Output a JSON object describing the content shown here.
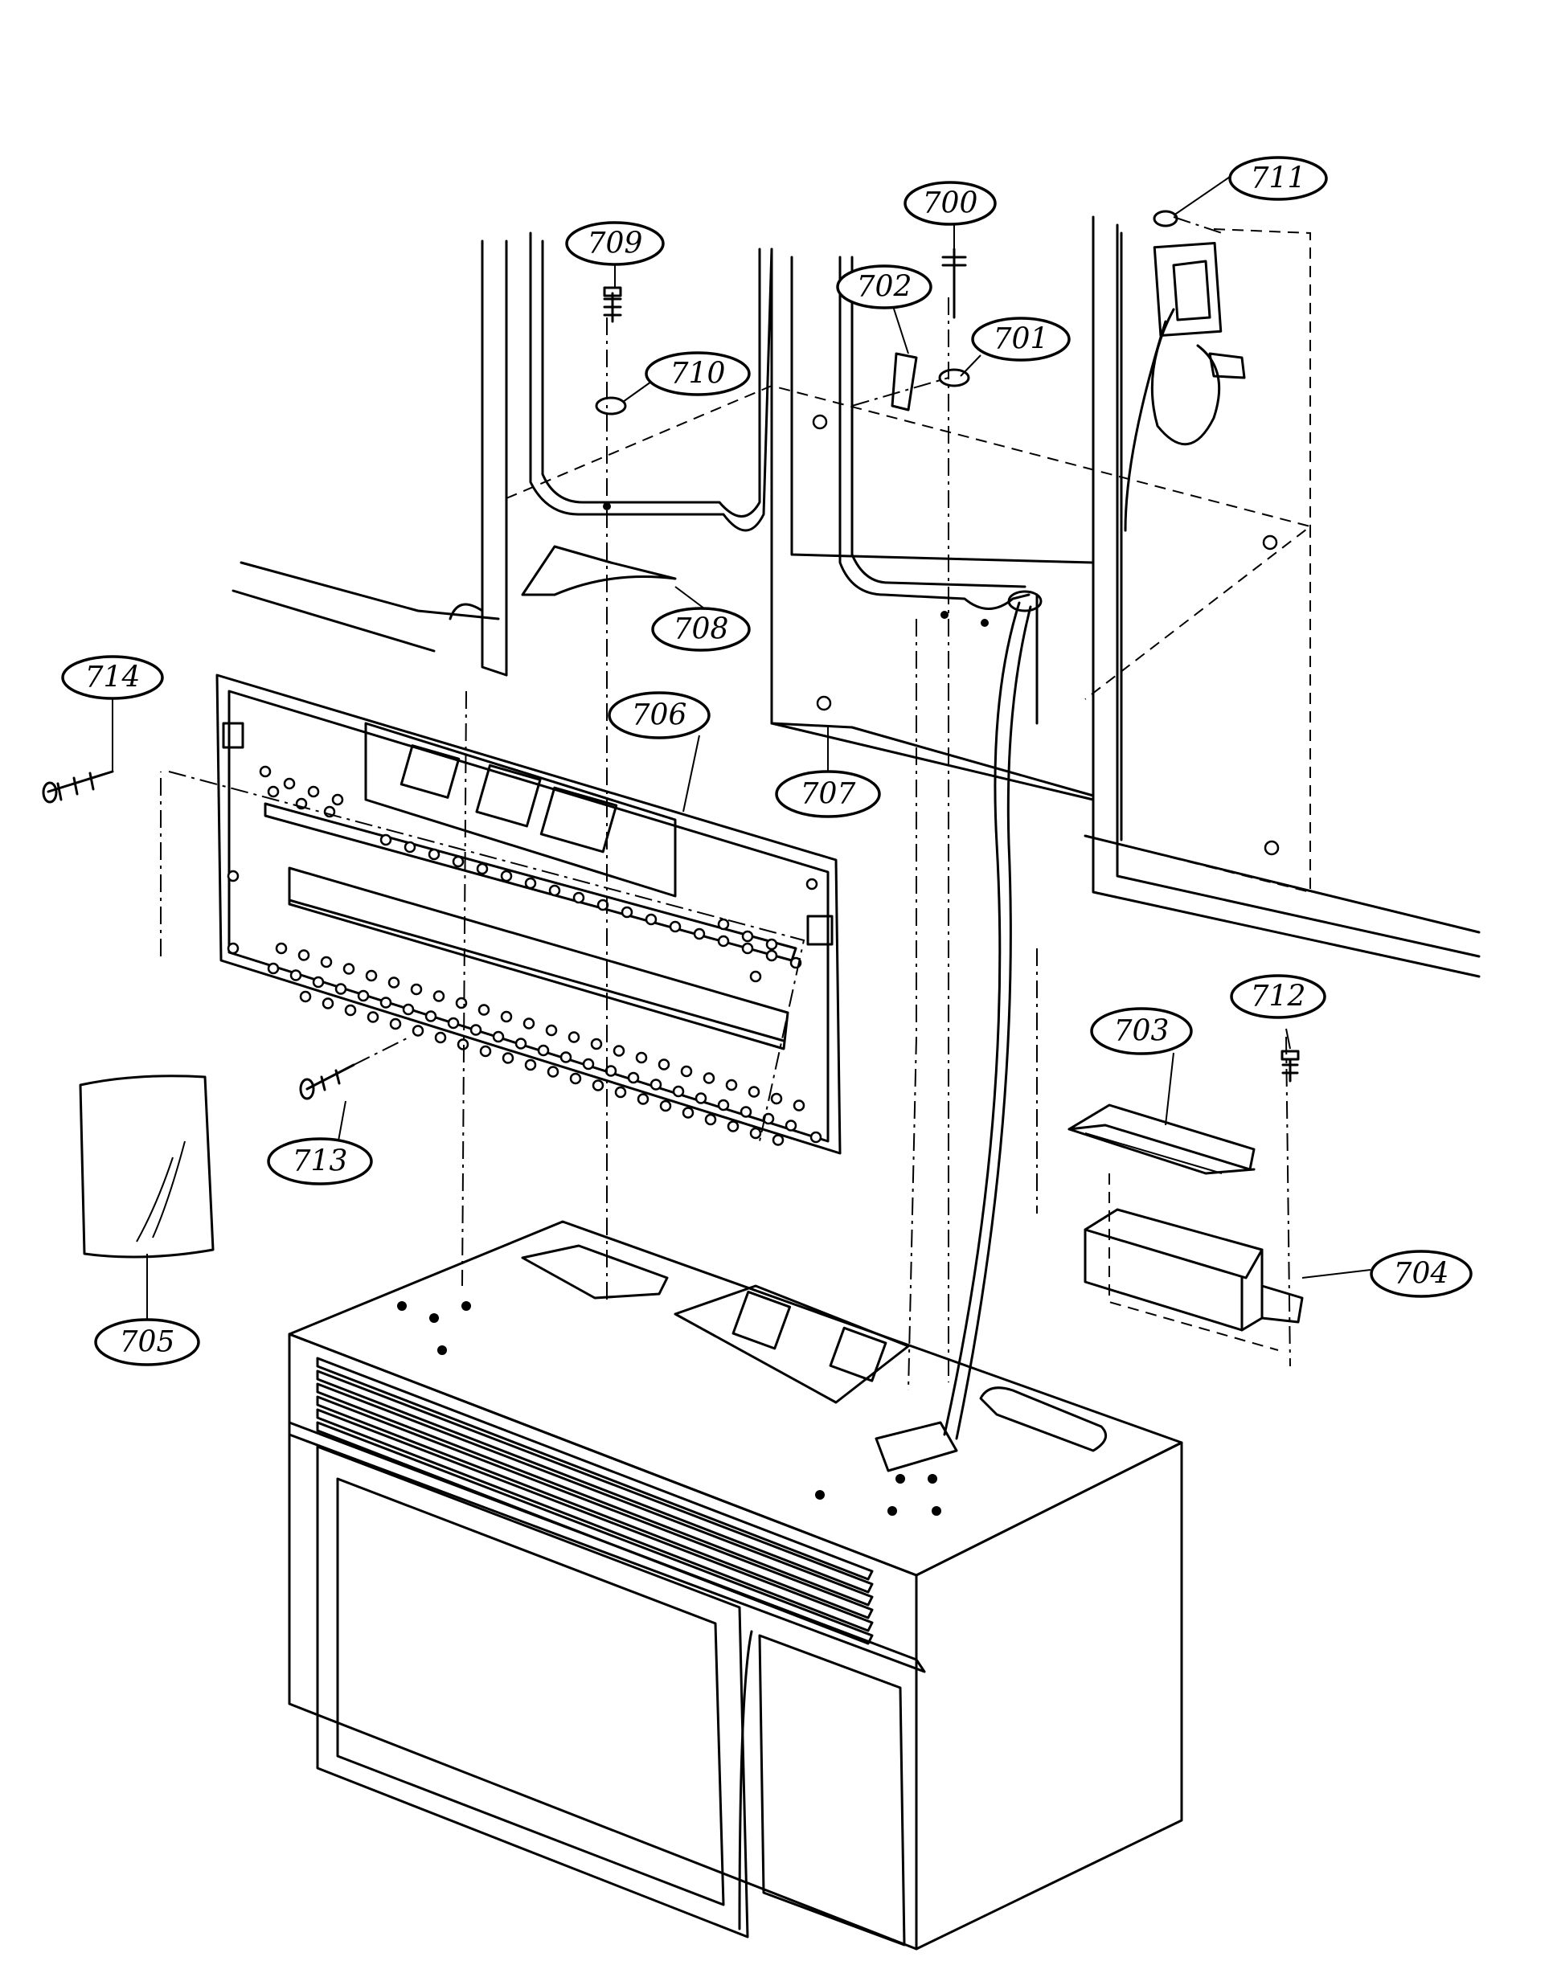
{
  "callouts": [
    {
      "id": "c700",
      "label": "700"
    },
    {
      "id": "c701",
      "label": "701"
    },
    {
      "id": "c702",
      "label": "702"
    },
    {
      "id": "c703",
      "label": "703"
    },
    {
      "id": "c704",
      "label": "704"
    },
    {
      "id": "c705",
      "label": "705"
    },
    {
      "id": "c706",
      "label": "706"
    },
    {
      "id": "c707",
      "label": "707"
    },
    {
      "id": "c708",
      "label": "708"
    },
    {
      "id": "c709",
      "label": "709"
    },
    {
      "id": "c710",
      "label": "710"
    },
    {
      "id": "c711",
      "label": "711"
    },
    {
      "id": "c712",
      "label": "712"
    },
    {
      "id": "c713",
      "label": "713"
    },
    {
      "id": "c714",
      "label": "714"
    }
  ]
}
